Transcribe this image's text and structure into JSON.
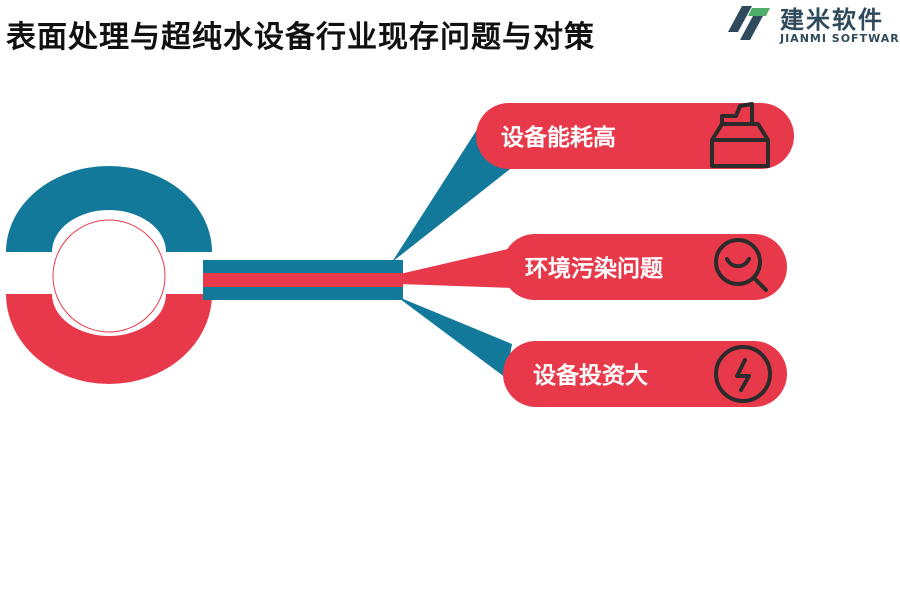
{
  "header": {
    "title": "表面处理与超纯水设备行业现存问题与对策"
  },
  "logo": {
    "name_cn": "建米软件",
    "name_en": "JIANMI SOFTWARE",
    "brand_color": "#2f4a5c"
  },
  "colors": {
    "red": "#e8394b",
    "teal": "#12799b",
    "icon_stroke": "#2b2b2b"
  },
  "problems": [
    {
      "label": "设备能耗高",
      "icon": "factory-icon"
    },
    {
      "label": "环境污染问题",
      "icon": "magnifier-icon"
    },
    {
      "label": "设备投资大",
      "icon": "lightning-icon"
    }
  ]
}
